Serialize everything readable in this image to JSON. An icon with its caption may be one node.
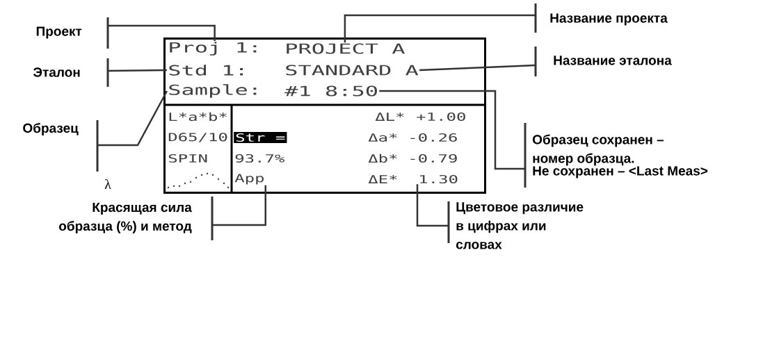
{
  "diagram": {
    "nodes": [
      {
        "text": [],
        "shape": "box"
      },
      {
        "text": [
          "Proj 1:"
        ],
        "in": 0
      },
      {
        "text": [
          "PROJECT A"
        ],
        "in": 0
      },
      {
        "text": [
          "Std 1:"
        ],
        "in": 0
      },
      {
        "text": [
          "STANDARD A"
        ],
        "in": 0
      },
      {
        "text": [
          "Sample:"
        ],
        "in": 0
      },
      {
        "text": [
          "#1 8:50"
        ],
        "in": 0
      },
      {
        "text": [
          "App"
        ],
        "in": 0
      },
      {
        "text": [
          "1.30"
        ],
        "in": 0
      },
      {
        "text": [
          "Проект"
        ]
      },
      {
        "text": [
          "Название проекта"
        ]
      },
      {
        "text": [
          "Эталон"
        ]
      },
      {
        "text": [
          "Название эталона"
        ]
      },
      {
        "text": [
          "Образец"
        ]
      },
      {
        "text": [
          "Образец сохранен – номер образца.",
          "Не сохранен – <Last Meas>"
        ]
      },
      {
        "text": [
          "Красящая сила образца (%) и метод"
        ]
      },
      {
        "text": [
          "Цветовое различие в цифрах или словах"
        ]
      }
    ],
    "edges": [
      {
        "from": 9,
        "to": 1,
        "arrow": "none"
      },
      {
        "from": 10,
        "to": 2,
        "arrow": "none"
      },
      {
        "from": 11,
        "to": 3,
        "arrow": "none"
      },
      {
        "from": 12,
        "to": 4,
        "arrow": "none"
      },
      {
        "from": 13,
        "to": 5,
        "arrow": "none"
      },
      {
        "from": 14,
        "to": 6,
        "arrow": "none"
      },
      {
        "from": 15,
        "to": 7,
        "arrow": "none"
      },
      {
        "from": 16,
        "to": 8,
        "arrow": "none"
      }
    ],
    "labels": [
      "L*a*b*",
      "ΔL*",
      "+1.00",
      "D65/10",
      "Str =",
      "Δa*",
      "-0.26",
      "SPIN",
      "93.7%",
      "Δb*",
      "-0.79",
      "λ",
      "ΔE*"
    ]
  }
}
